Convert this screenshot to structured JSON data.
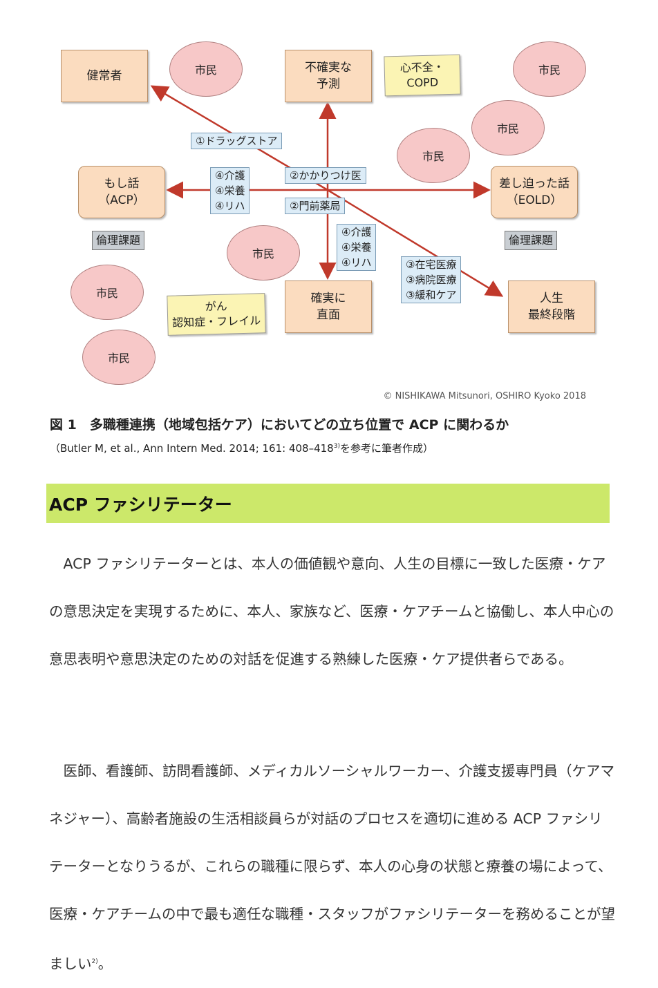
{
  "figure": {
    "boxes": {
      "healthy": "健常者",
      "uncertain": "不確実な\n予測",
      "moshi": "もし話\n（ACP）",
      "imminent": "差し迫った話\n（EOLD）",
      "certain": "確実に\n直面",
      "final": "人生\n最終段階"
    },
    "notes": {
      "heart": "心不全・\nCOPD",
      "cancer": "がん\n認知症・フレイル"
    },
    "citizen": "市民",
    "tags": {
      "drugstore": "①ドラッグストア",
      "family_doctor": "②かかりつけ医",
      "pharmacy": "②門前薬局",
      "care_left": "④介護\n④栄養\n④リハ",
      "care_mid": "④介護\n④栄養\n④リハ",
      "medical": "③在宅医療\n③病院医療\n③緩和ケア"
    },
    "ethics": "倫理課題",
    "credit": "© NISHIKAWA Mitsunori, OSHIRO Kyoko 2018"
  },
  "caption": {
    "title": "図 1　多職種連携（地域包括ケア）においてどの立ち位置で ACP に関わるか",
    "ref_main": "（Butler M, et al., Ann Intern Med. 2014; 161: 408–418",
    "ref_sup": "3)",
    "ref_tail": "を参考に筆者作成）"
  },
  "section": {
    "title": "ACP ファシリテーター"
  },
  "paragraphs": {
    "p1": "ACP ファシリテーターとは、本人の価値観や意向、人生の目標に一致した医療・ケアの意思決定を実現するために、本人、家族など、医療・ケアチームと協働し、本人中心の意思表明や意思決定のための対話を促進する熟練した医療・ケア提供者らである。",
    "p2": "医師、看護師、訪問看護師、メディカルソーシャルワーカー、介護支援専門員（ケアマネジャー）、高齢者施設の生活相談員らが対話のプロセスを適切に進める ACP ファシリテーターとなりうるが、これらの職種に限らず、本人の心身の状態と療養の場によって、医療・ケアチームの中で最も適任な職種・スタッフがファシリテーターを務めることが望ましい",
    "p2_sup": "2)",
    "p2_end": "。"
  }
}
